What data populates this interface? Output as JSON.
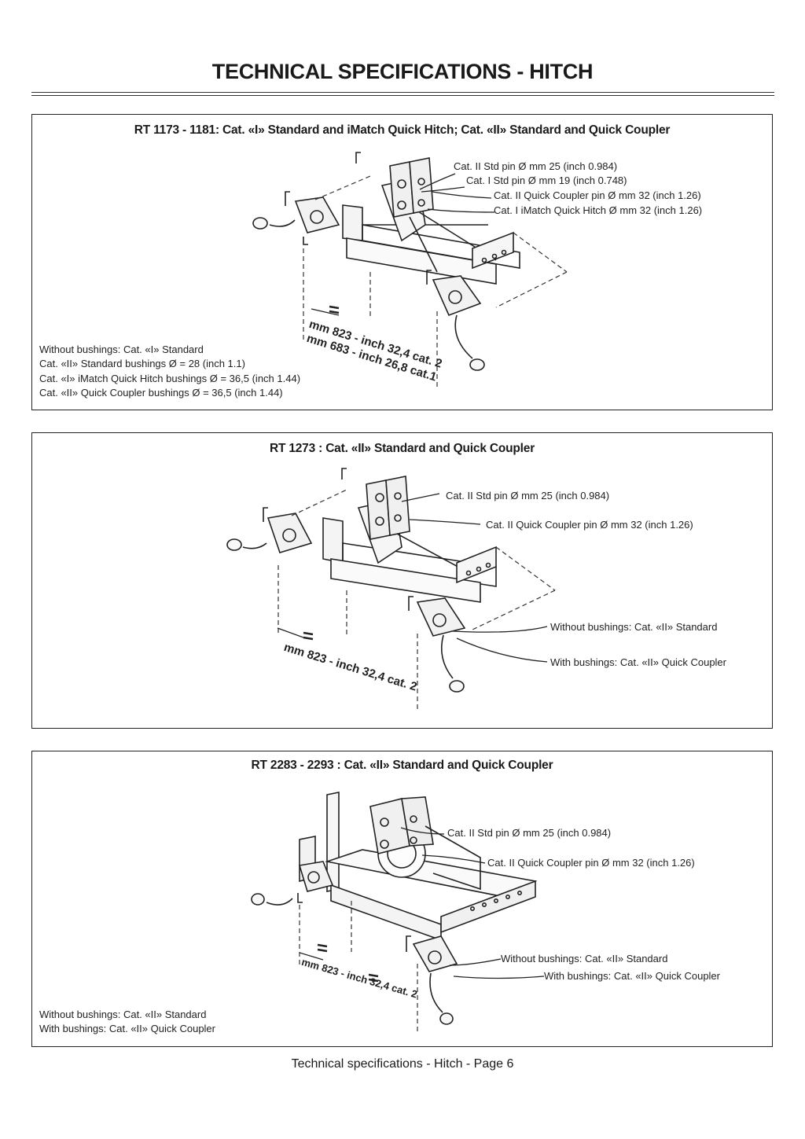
{
  "header": {
    "title": "TECHNICAL SPECIFICATIONS - HITCH"
  },
  "panels": [
    {
      "title": "RT 1173 - 1181: Cat. «I» Standard and iMatch Quick Hitch; Cat. «II» Standard and Quick Coupler",
      "callouts": [
        "Cat. II Std pin Ø mm 25 (inch 0.984)",
        "Cat. I Std pin Ø mm 19 (inch 0.748)",
        "Cat. II Quick Coupler pin Ø mm 32 (inch 1.26)",
        "Cat.  I  iMatch Quick Hitch Ø mm 32 (inch 1.26)"
      ],
      "dimension": [
        "mm 823 - inch 32,4 cat. 2",
        "mm 683 - inch 26,8 cat.1"
      ],
      "notes": [
        "Without bushings: Cat. «I» Standard",
        "Cat. «II» Standard bushings Ø = 28 (inch 1.1)",
        "Cat. «I»  iMatch Quick Hitch bushings Ø = 36,5 (inch 1.44)",
        "Cat. «II» Quick Coupler bushings Ø = 36,5 (inch 1.44)"
      ]
    },
    {
      "title": "RT 1273 : Cat. «II» Standard and Quick Coupler",
      "callouts": [
        "Cat. II Std pin Ø mm 25 (inch 0.984)",
        "Cat. II Quick Coupler pin Ø mm 32 (inch 1.26)",
        "Without bushings: Cat. «II» Standard",
        "With bushings: Cat. «II» Quick Coupler"
      ],
      "dimension": [
        "mm 823 - inch 32,4 cat. 2"
      ]
    },
    {
      "title": "RT 2283 - 2293 : Cat. «II» Standard and Quick Coupler",
      "callouts": [
        "Cat. II Std pin Ø mm 25 (inch 0.984)",
        "Cat. II Quick Coupler pin Ø mm 32 (inch 1.26)",
        "Without bushings: Cat. «II» Standard",
        "With bushings: Cat. «II» Quick Coupler"
      ],
      "dimension": [
        "mm 823 - inch 32,4 cat. 2"
      ],
      "notes": [
        "Without bushings: Cat. «II» Standard",
        "With bushings: Cat. «II» Quick Coupler"
      ]
    }
  ],
  "footer": {
    "text": "Technical specifications - Hitch - Page 6"
  }
}
